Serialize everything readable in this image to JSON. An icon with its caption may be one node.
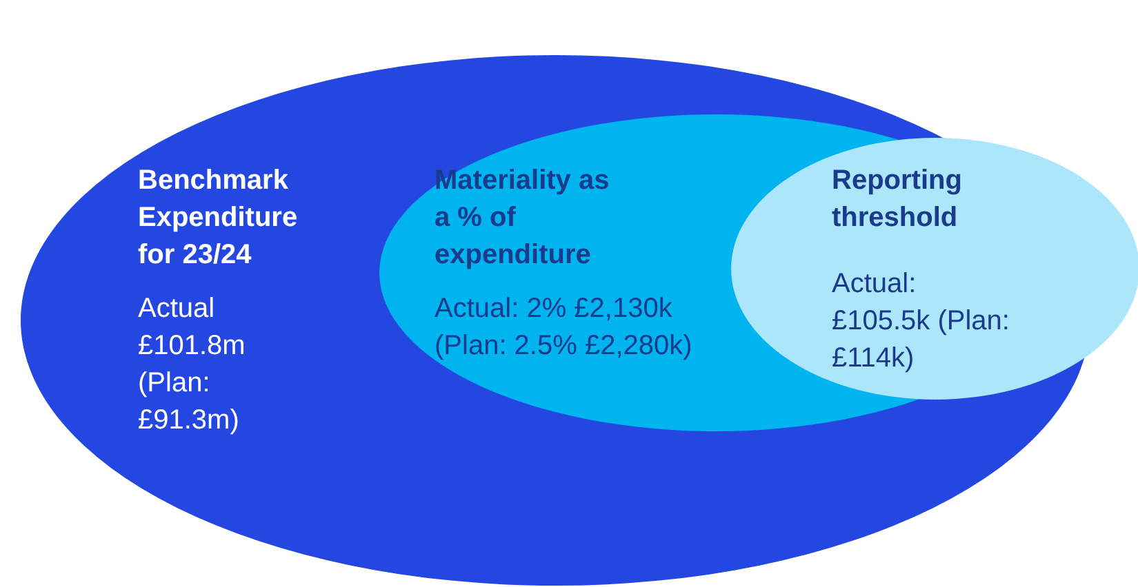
{
  "diagram": {
    "nodes": [
      {
        "text": [
          "Benchmark Expenditure for 23/24",
          "Actual £101.8m (Plan: £91.3m)"
        ]
      },
      {
        "text": [
          "Materiality as a % of expenditure",
          "Actual: 2% £2,130k (Plan: 2.5% £2,280k)"
        ],
        "in": 0
      },
      {
        "text": [
          "Reporting threshold",
          "Actual: £105.5k (Plan: £114k)"
        ]
      }
    ]
  }
}
